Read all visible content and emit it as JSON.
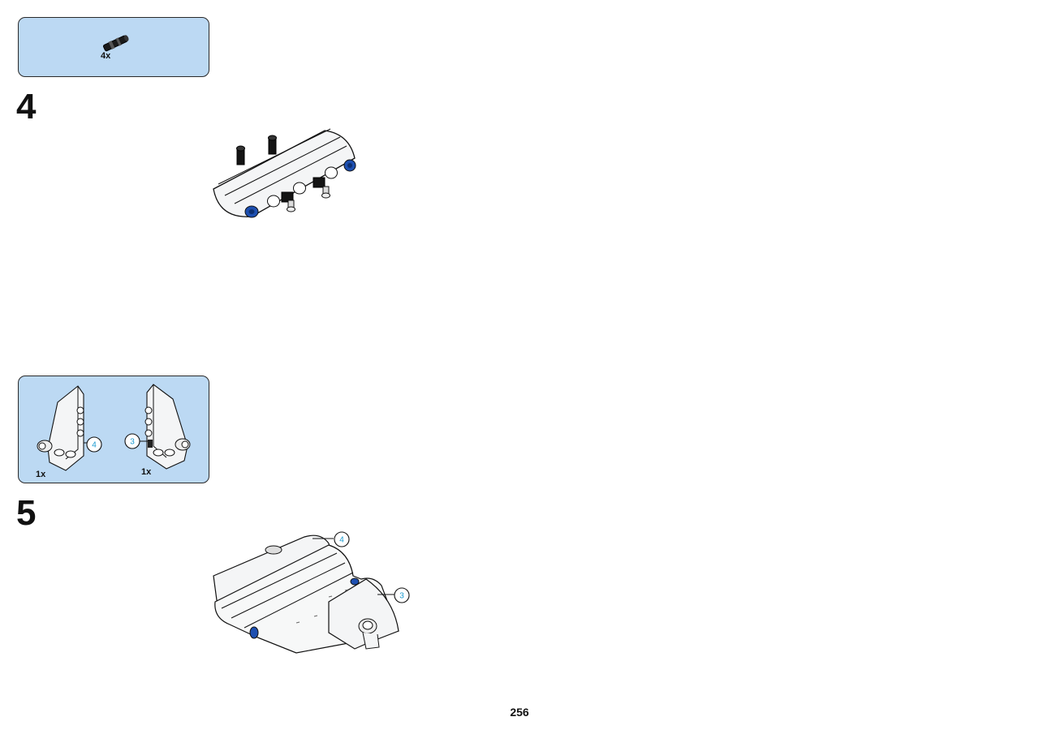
{
  "page_number": "256",
  "colors": {
    "parts_box_background": "#bcd9f3",
    "callout_blue": "#1a9ad0",
    "brick_white": "#f4f5f6",
    "brick_blue": "#1d4fb0",
    "brick_black": "#151515"
  },
  "step4": {
    "number": "4",
    "parts": [
      {
        "icon": "black-axle-pin-icon",
        "quantity": "4x"
      }
    ]
  },
  "step5": {
    "number": "5",
    "parts": [
      {
        "icon": "white-panel-icon",
        "quantity": "1x",
        "callout": "4"
      },
      {
        "icon": "white-panel-icon",
        "quantity": "1x",
        "callout": "3"
      }
    ],
    "assembly_callouts": [
      "4",
      "3"
    ]
  }
}
